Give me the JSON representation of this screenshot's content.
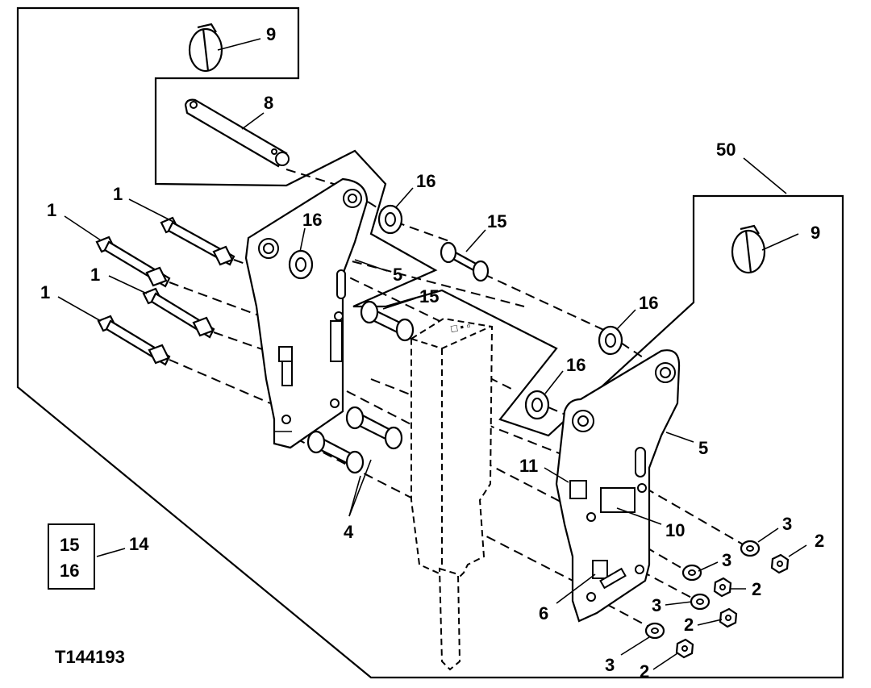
{
  "figure_id": "T144193",
  "callouts": {
    "c9_top": "9",
    "c8": "8",
    "c16_a": "16",
    "c16_b": "16",
    "c15_a": "15",
    "c5_left": "5",
    "c15_b": "15",
    "c1_a": "1",
    "c1_b": "1",
    "c1_c": "1",
    "c1_d": "1",
    "c50": "50",
    "c9_right": "9",
    "c16_c": "16",
    "c16_d": "16",
    "c5_right": "5",
    "c11": "11",
    "c10": "10",
    "c4": "4",
    "c14": "14",
    "c6": "6",
    "c3_a": "3",
    "c2_a": "2",
    "c3_b": "3",
    "c2_b": "2",
    "c3_c": "3",
    "c2_c": "2",
    "c3_d": "3",
    "c2_d": "2"
  },
  "kit_box": {
    "line1": "15",
    "line2": "16"
  }
}
